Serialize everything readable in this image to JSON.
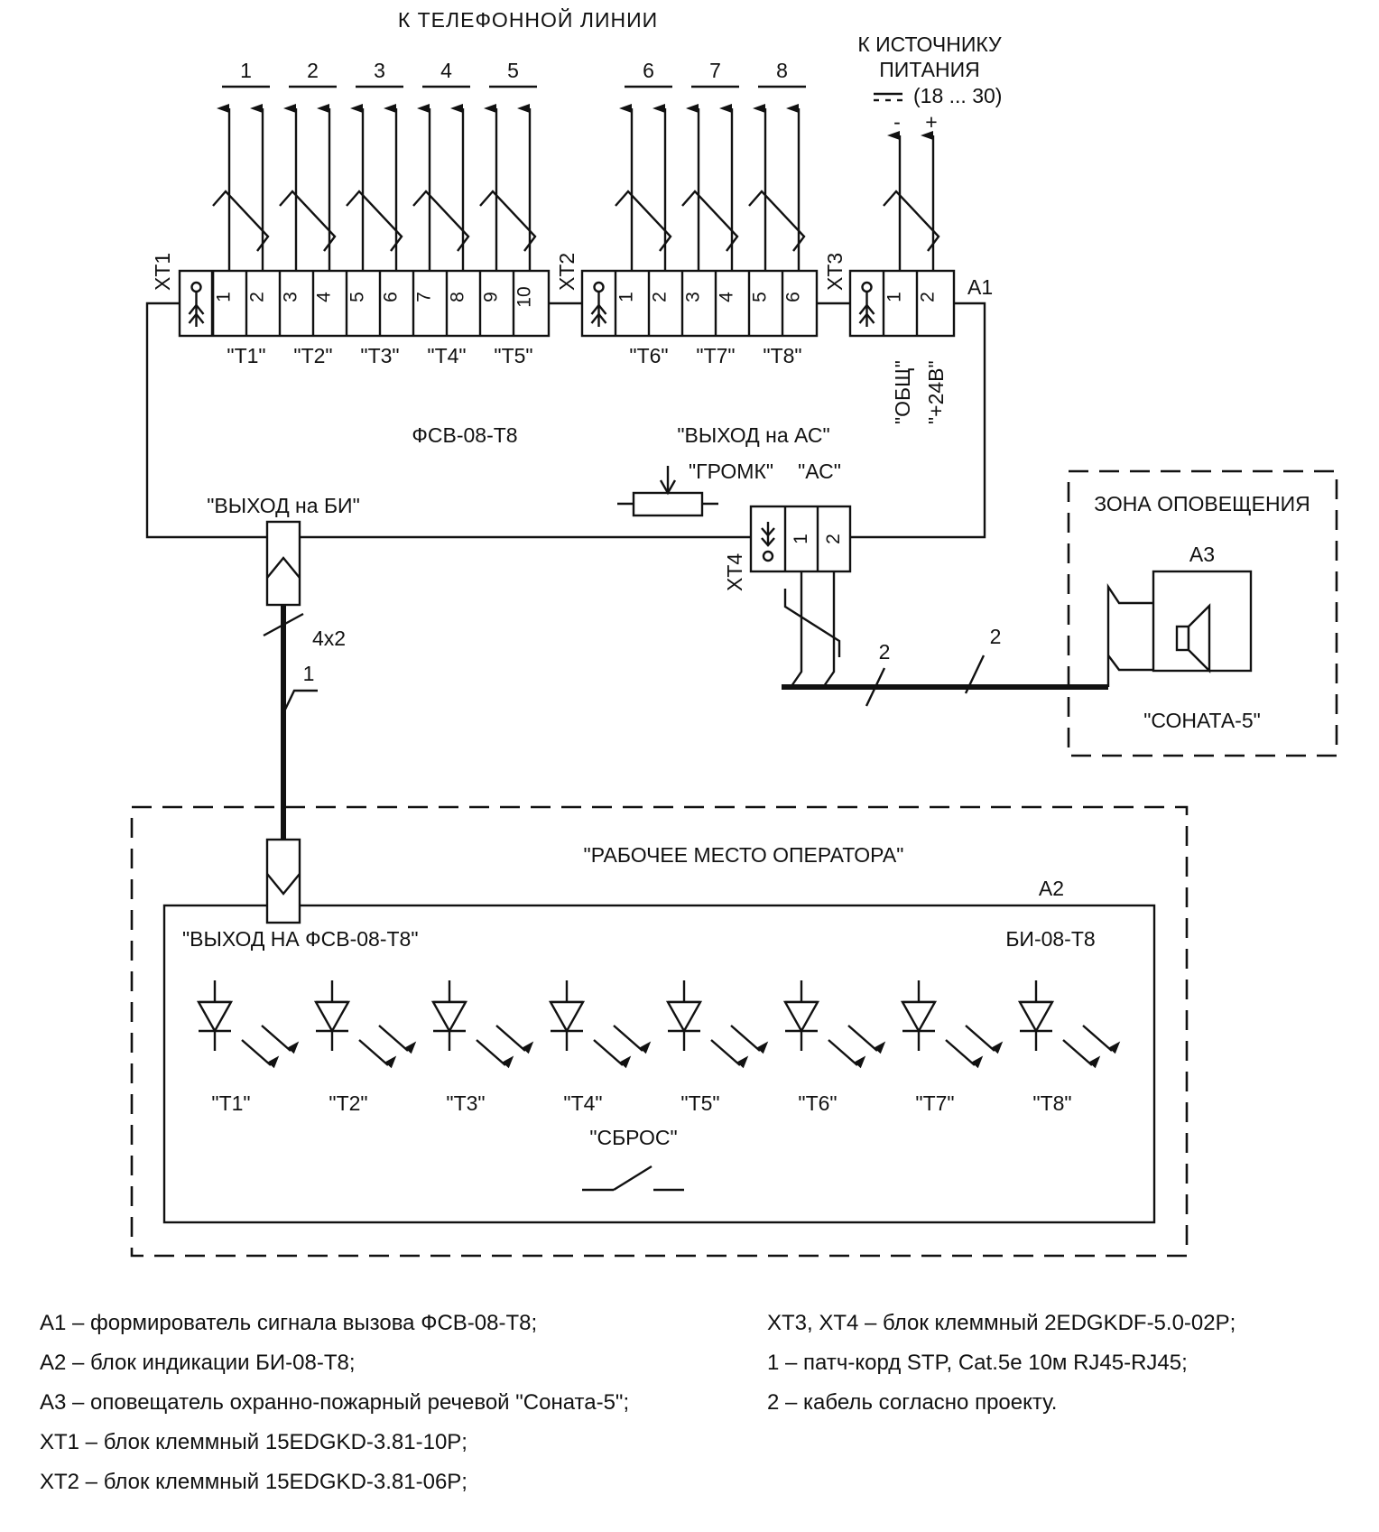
{
  "top_title": "К ТЕЛЕФОННОЙ ЛИНИИ",
  "power": {
    "title1": "К ИСТОЧНИКУ",
    "title2": "ПИТАНИЯ",
    "range": "(18 ... 30)",
    "minus": "-",
    "plus": "+"
  },
  "line_numbers": [
    "1",
    "2",
    "3",
    "4",
    "5",
    "6",
    "7",
    "8"
  ],
  "xt1": {
    "name": "XT1",
    "pins": [
      "1",
      "2",
      "3",
      "4",
      "5",
      "6",
      "7",
      "8",
      "9",
      "10"
    ],
    "groups": [
      "\"T1\"",
      "\"T2\"",
      "\"T3\"",
      "\"T4\"",
      "\"T5\""
    ]
  },
  "xt2": {
    "name": "XT2",
    "pins": [
      "1",
      "2",
      "3",
      "4",
      "5",
      "6"
    ],
    "groups": [
      "\"T6\"",
      "\"T7\"",
      "\"T8\""
    ]
  },
  "xt3": {
    "name": "XT3",
    "pins": [
      "1",
      "2"
    ],
    "pin_labels": [
      "\"ОБЩ\"",
      "\"+24В\""
    ]
  },
  "a1": {
    "ref": "A1",
    "name": "ФСВ-08-Т8",
    "out_bi": "\"ВЫХОД на БИ\"",
    "out_as": "\"ВЫХОД на АС\"",
    "volume": "\"ГРОМК\"",
    "as": "\"АС\""
  },
  "xt4": {
    "name": "XT4",
    "pins": [
      "1",
      "2"
    ]
  },
  "cable_marks": {
    "bundle": "4x2",
    "patch": "1",
    "cable_a": "2",
    "cable_b": "2"
  },
  "zone": {
    "title": "ЗОНА ОПОВЕЩЕНИЯ",
    "ref": "A3",
    "device": "\"СОНАТА-5\""
  },
  "operator": {
    "title": "\"РАБОЧЕЕ МЕСТО ОПЕРАТОРА\"",
    "ref": "A2",
    "device": "БИ-08-Т8",
    "out": "\"ВЫХОД НА ФСВ-08-Т8\"",
    "leds": [
      "\"T1\"",
      "\"T2\"",
      "\"T3\"",
      "\"T4\"",
      "\"T5\"",
      "\"T6\"",
      "\"T7\"",
      "\"T8\""
    ],
    "reset": "\"СБРОС\""
  },
  "legend_left": [
    "А1 – формирователь сигнала вызова ФСВ-08-Т8;",
    "А2 – блок индикации БИ-08-Т8;",
    "А3 – оповещатель охранно-пожарный речевой \"Соната-5\";",
    "XT1 – блок клеммный 15EDGKD-3.81-10P;",
    "XT2 – блок клеммный 15EDGKD-3.81-06P;"
  ],
  "legend_right": [
    "XT3, XT4 – блок клеммный 2EDGKDF-5.0-02P;",
    "1 – патч-корд STP, Cat.5e 10м RJ45-RJ45;",
    "2 – кабель согласно проекту."
  ]
}
